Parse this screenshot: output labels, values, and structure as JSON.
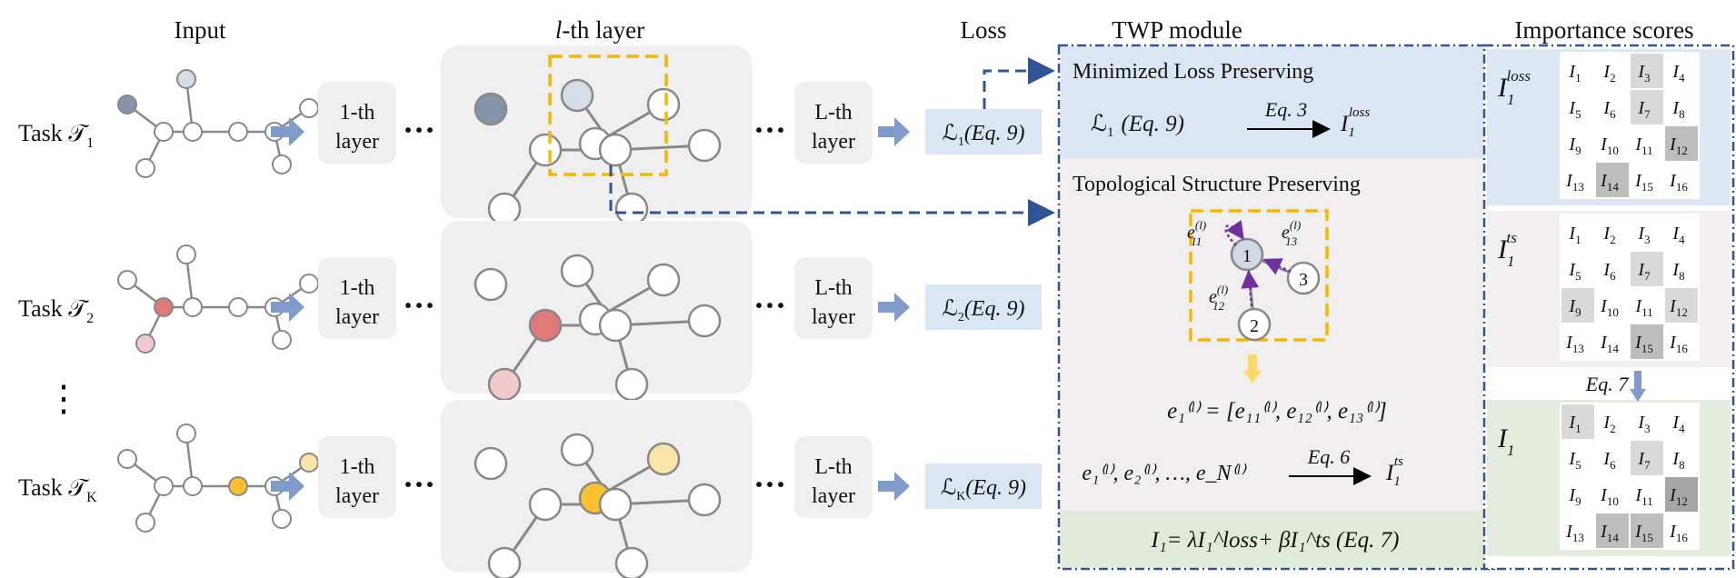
{
  "headers": {
    "input": "Input",
    "layer": "l-th layer",
    "loss": "Loss",
    "twp": "TWP module",
    "importance": "Importance scores"
  },
  "tasks": [
    {
      "label": "Task 𝒯",
      "sub": "1",
      "loss_symbol": "ℒ",
      "loss_sub": "1",
      "loss_ref": "(Eq. 9)",
      "accent": "#8594aa"
    },
    {
      "label": "Task 𝒯",
      "sub": "2",
      "loss_symbol": "ℒ",
      "loss_sub": "2",
      "loss_ref": "(Eq. 9)",
      "accent": "#e07a78"
    },
    {
      "label": "Task 𝒯",
      "sub": "K",
      "loss_symbol": "ℒ",
      "loss_sub": "K",
      "loss_ref": "(Eq. 9)",
      "accent": "#fbc02d"
    }
  ],
  "layer_boxes": {
    "first_line1": "1-th",
    "first_line2": "layer",
    "last_line1": "L-th",
    "last_line2": "layer"
  },
  "ellipsis": "···",
  "vertical_ellipsis": "⋮",
  "twp": {
    "section1_title": "Minimized Loss Preserving",
    "section1_lhs": "ℒ",
    "section1_lhs_sub": "1",
    "section1_lhs_ref": "(Eq. 9)",
    "section1_arrow_label": "Eq. 3",
    "section1_rhs": "I",
    "section1_rhs_sub": "1",
    "section1_rhs_sup": "loss",
    "section2_title": "Topological Structure Preserving",
    "edge_labels": [
      {
        "base": "e",
        "sup": "(l)",
        "sub": "11"
      },
      {
        "base": "e",
        "sup": "(l)",
        "sub": "13"
      },
      {
        "base": "e",
        "sup": "(l)",
        "sub": "12"
      }
    ],
    "node_labels": [
      "1",
      "2",
      "3"
    ],
    "equation_embed": "e₁⁽ˡ⁾ = [e₁₁⁽ˡ⁾, e₁₂⁽ˡ⁾, e₁₃⁽ˡ⁾]",
    "equation_set": "e₁⁽ˡ⁾, e₂⁽ˡ⁾, …, e_N⁽ˡ⁾",
    "arrow2_label": "Eq. 6",
    "rhs2": "I",
    "rhs2_sub": "1",
    "rhs2_sup": "ts",
    "combine": "I₁= λI₁^loss+ βI₁^ts (Eq. 7)"
  },
  "importance": {
    "groups": [
      {
        "label": "I",
        "sub": "1",
        "sup": "loss",
        "bg": "#dde7f3",
        "shade": [
          0,
          0,
          1,
          0,
          0,
          0,
          1,
          0,
          0,
          0,
          0,
          2,
          0,
          2,
          0,
          0
        ]
      },
      {
        "label": "I",
        "sub": "1",
        "sup": "ts",
        "bg": "#f1efef",
        "shade": [
          0,
          0,
          0,
          0,
          0,
          0,
          1,
          0,
          1,
          0,
          0,
          1,
          0,
          0,
          2,
          0
        ]
      },
      {
        "label": "I",
        "sub": "1",
        "sup": "",
        "bg": "#e4ecdf",
        "shade": [
          1,
          0,
          0,
          0,
          0,
          0,
          1,
          0,
          0,
          0,
          0,
          3,
          0,
          2,
          2,
          0
        ]
      }
    ],
    "cells": [
      "1",
      "2",
      "3",
      "4",
      "5",
      "6",
      "7",
      "8",
      "9",
      "10",
      "11",
      "12",
      "13",
      "14",
      "15",
      "16"
    ],
    "eq7_label": "Eq. 7"
  },
  "colors": {
    "panel_gray": "#efefef",
    "blue_fill": "#dbe6f3",
    "green_fill": "#e1ead9",
    "arrow_blue": "#7f9bc9",
    "dash_blue": "#2f5597",
    "purple": "#7030a0",
    "orange": "#f5b800"
  }
}
